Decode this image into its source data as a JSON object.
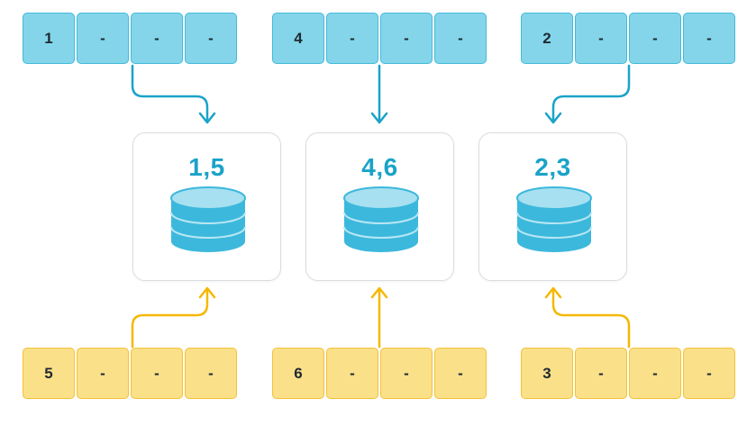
{
  "colors": {
    "blue_fill": "#84d5ea",
    "blue_stroke": "#43bad9",
    "blue_arrow": "#1aa3c8",
    "yellow_fill": "#fbe08a",
    "yellow_stroke": "#f3c138",
    "yellow_arrow": "#f5b800",
    "node_label": "#1aa3c8",
    "db_fill": "#3cb8dc"
  },
  "top_arrays": [
    {
      "cells": [
        "1",
        "-",
        "-",
        "-"
      ]
    },
    {
      "cells": [
        "4",
        "-",
        "-",
        "-"
      ]
    },
    {
      "cells": [
        "2",
        "-",
        "-",
        "-"
      ]
    }
  ],
  "bottom_arrays": [
    {
      "cells": [
        "5",
        "-",
        "-",
        "-"
      ]
    },
    {
      "cells": [
        "6",
        "-",
        "-",
        "-"
      ]
    },
    {
      "cells": [
        "3",
        "-",
        "-",
        "-"
      ]
    }
  ],
  "nodes": [
    {
      "label": "1,5",
      "icon": "database-icon"
    },
    {
      "label": "4,6",
      "icon": "database-icon"
    },
    {
      "label": "2,3",
      "icon": "database-icon"
    }
  ]
}
